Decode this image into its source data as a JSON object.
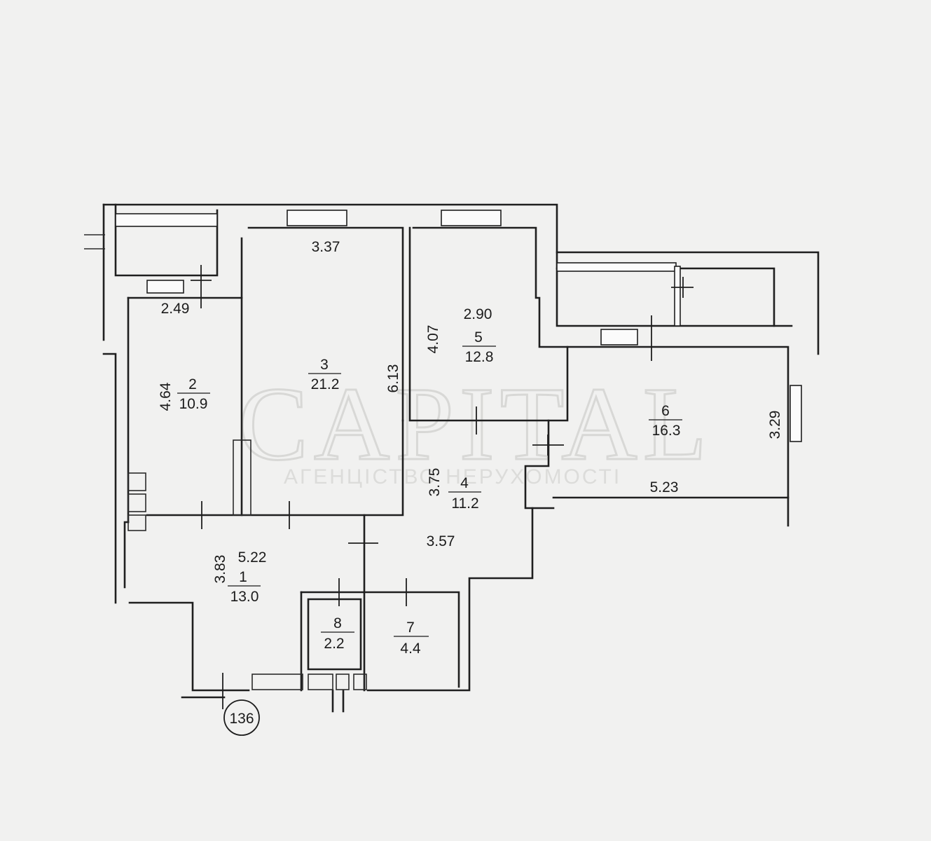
{
  "watermark": {
    "brand": "CAPITAL",
    "agency": "АГЕНЦІСТВО НЕРУХОМОСТІ"
  },
  "apartment_number": "136",
  "rooms": [
    {
      "number": "1",
      "area": "13.0"
    },
    {
      "number": "2",
      "area": "10.9"
    },
    {
      "number": "3",
      "area": "21.2"
    },
    {
      "number": "4",
      "area": "11.2"
    },
    {
      "number": "5",
      "area": "12.8"
    },
    {
      "number": "6",
      "area": "16.3"
    },
    {
      "number": "7",
      "area": "4.4"
    },
    {
      "number": "8",
      "area": "2.2"
    }
  ],
  "dimensions": {
    "room1_width": "5.22",
    "room1_depth": "3.83",
    "room2_width": "2.49",
    "room2_depth": "4.64",
    "room3_width": "3.37",
    "room3_depth": "6.13",
    "room4_width": "3.57",
    "room4_depth": "3.75",
    "room5_width": "2.90",
    "room5_depth": "4.07",
    "room6_width": "5.23",
    "room6_depth": "3.29"
  }
}
